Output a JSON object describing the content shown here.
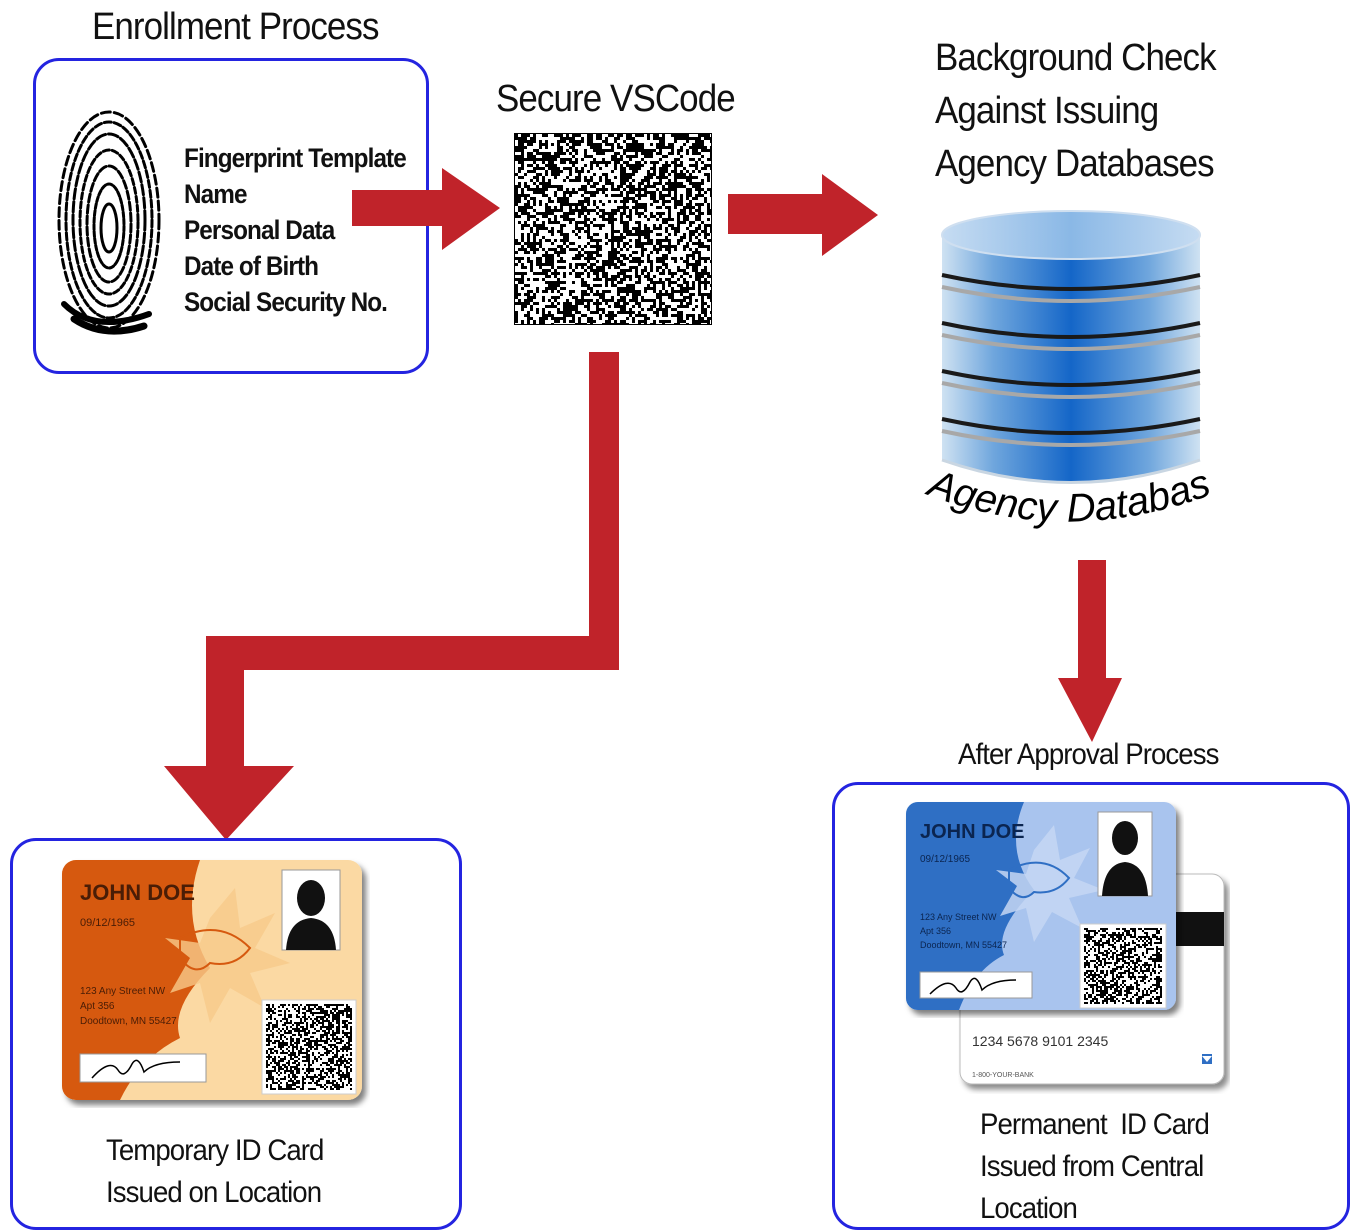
{
  "enrollment": {
    "title": "Enrollment Process",
    "fields": [
      "Fingerprint Template",
      "Name",
      "Personal Data",
      "Date of Birth",
      "Social Security No."
    ]
  },
  "vscode": {
    "title": "Secure VSCode"
  },
  "background_check": {
    "lines": [
      "Background Check",
      "Against Issuing",
      "Agency Databases"
    ]
  },
  "database": {
    "label": "Agency Database"
  },
  "after_approval": {
    "label": "After Approval Process"
  },
  "temporary_card": {
    "name": "JOHN DOE",
    "dob": "09/12/1965",
    "address": [
      "123 Any Street NW",
      "Apt 356",
      "Doodtown, MN 55427"
    ],
    "caption": [
      "Temporary ID Card",
      "Issued on Location"
    ]
  },
  "permanent_card": {
    "name": "JOHN DOE",
    "dob": "09/12/1965",
    "address": [
      "123 Any Street NW",
      "Apt 356",
      "Doodtown, MN 55427"
    ],
    "back_number": "1234 5678 9101 2345",
    "back_phone": "1-800-YOUR-BANK",
    "caption": [
      "Permanent  ID Card",
      "Issued from Central",
      "Location"
    ]
  },
  "colors": {
    "arrow": "#c0232a",
    "box_border": "#2424e0",
    "temp_card_bg": "#fbd9a3",
    "temp_card_accent": "#d6590f",
    "perm_card_bg": "#a9c4ee",
    "perm_card_accent": "#2f6fc4",
    "db_blue": "#1466c8"
  }
}
